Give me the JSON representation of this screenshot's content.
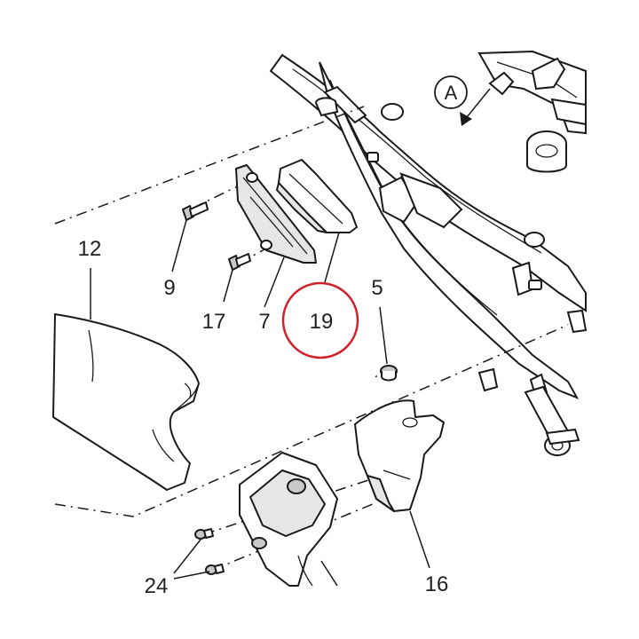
{
  "callouts": {
    "c12": "12",
    "c9": "9",
    "c17": "17",
    "c7": "7",
    "c19": "19",
    "c5": "5",
    "c16": "16",
    "c24": "24",
    "view_a": "A"
  },
  "highlight": {
    "target": "19",
    "color": "#d0202a"
  }
}
